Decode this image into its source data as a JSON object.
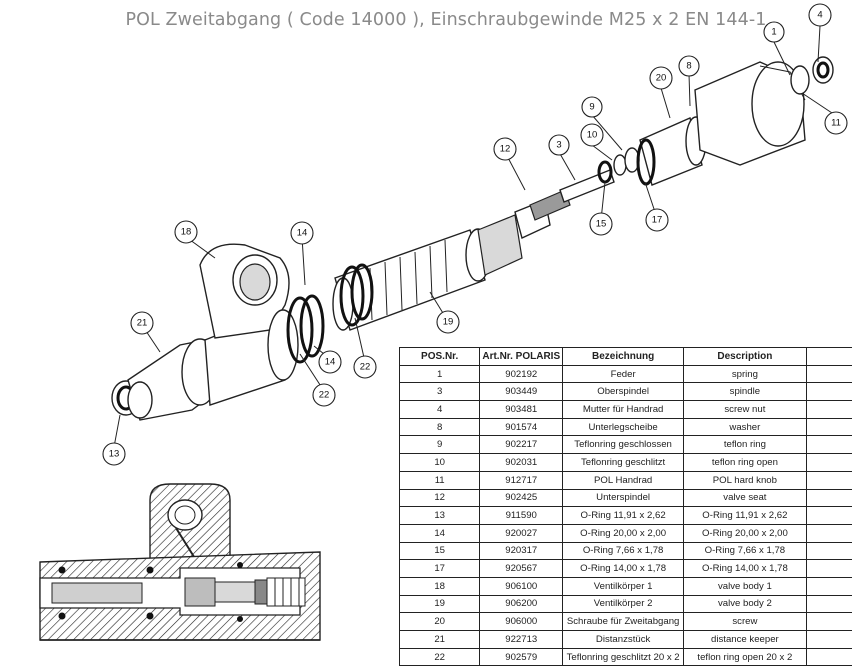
{
  "title": "POL Zweitabgang ( Code 14000 ), Einschraubgewinde M25 x 2 EN 144-1",
  "callouts": {
    "c4": "4",
    "c1": "1",
    "c11": "11",
    "c8": "8",
    "c20": "20",
    "c9": "9",
    "c10": "10",
    "c3": "3",
    "c12": "12",
    "c17": "17",
    "c15": "15",
    "c18": "18",
    "c14a": "14",
    "c14b": "14",
    "c19": "19",
    "c21": "21",
    "c22a": "22",
    "c22b": "22",
    "c13": "13"
  },
  "table": {
    "headers": [
      "POS.Nr.",
      "Art.Nr. POLARIS",
      "Bezeichnung",
      "Description",
      ""
    ],
    "rows": [
      [
        "1",
        "902192",
        "Feder",
        "spring"
      ],
      [
        "3",
        "903449",
        "Oberspindel",
        "spindle"
      ],
      [
        "4",
        "903481",
        "Mutter für Handrad",
        "screw nut"
      ],
      [
        "8",
        "901574",
        "Unterlegscheibe",
        "washer"
      ],
      [
        "9",
        "902217",
        "Teflonring geschlossen",
        "teflon ring"
      ],
      [
        "10",
        "902031",
        "Teflonring geschlitzt",
        "teflon ring open"
      ],
      [
        "11",
        "912717",
        "POL Handrad",
        "POL hard knob"
      ],
      [
        "12",
        "902425",
        "Unterspindel",
        "valve seat"
      ],
      [
        "13",
        "911590",
        "O-Ring 11,91 x 2,62",
        "O-Ring 11,91 x 2,62"
      ],
      [
        "14",
        "920027",
        "O-Ring 20,00 x 2,00",
        "O-Ring 20,00 x 2,00"
      ],
      [
        "15",
        "920317",
        "O-Ring 7,66 x 1,78",
        "O-Ring 7,66 x 1,78"
      ],
      [
        "17",
        "920567",
        "O-Ring 14,00 x 1,78",
        "O-Ring 14,00 x 1,78"
      ],
      [
        "18",
        "906100",
        "Ventilkörper 1",
        "valve body 1"
      ],
      [
        "19",
        "906200",
        "Ventilkörper 2",
        "valve body 2"
      ],
      [
        "20",
        "906000",
        "Schraube für Zweitabgang",
        "screw"
      ],
      [
        "21",
        "922713",
        "Distanzstück",
        "distance keeper"
      ],
      [
        "22",
        "902579",
        "Teflonring geschlitzt 20 x 2",
        "teflon ring open 20 x 2"
      ]
    ]
  }
}
